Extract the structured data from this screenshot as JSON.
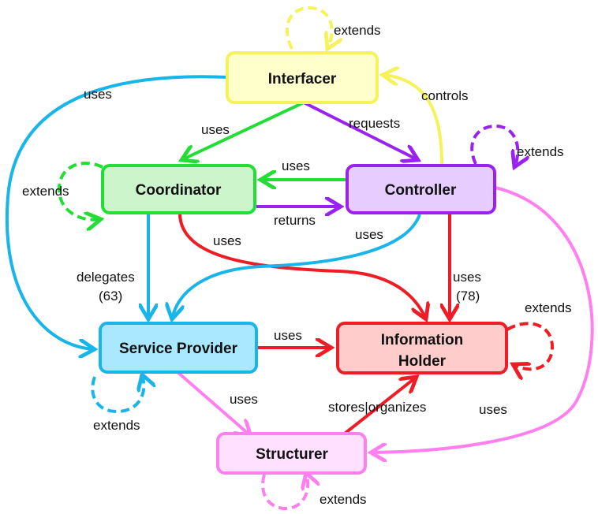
{
  "colors": {
    "interfacer": {
      "fill": "#ffffcc",
      "stroke": "#f5f25a"
    },
    "coordinator": {
      "fill": "#ccf5cc",
      "stroke": "#22dd33"
    },
    "controller": {
      "fill": "#e6ccff",
      "stroke": "#9922ee"
    },
    "service_provider": {
      "fill": "#aae8ff",
      "stroke": "#17b5ea"
    },
    "information_holder": {
      "fill": "#ffcccc",
      "stroke": "#ee1c24"
    },
    "structurer": {
      "fill": "#ffe0ff",
      "stroke": "#ff7fef"
    },
    "edge_yellow": "#f5f25a",
    "edge_green": "#22dd33",
    "edge_purple": "#9922ee",
    "edge_blue": "#17b5ea",
    "edge_red": "#ee1c24",
    "edge_pink": "#ff7fef"
  },
  "nodes": {
    "interfacer": "Interfacer",
    "coordinator": "Coordinator",
    "controller": "Controller",
    "service_provider": "Service Provider",
    "information_holder_line1": "Information",
    "information_holder_line2": "Holder",
    "structurer": "Structurer"
  },
  "labels": {
    "interfacer_extends": "extends",
    "interfacer_uses_sp": "uses",
    "interfacer_uses_coord": "uses",
    "interfacer_requests": "requests",
    "controller_controls": "controls",
    "controller_extends": "extends",
    "coordinator_extends": "extends",
    "controller_uses_coord": "uses",
    "coord_returns": "returns",
    "coord_uses_ih": "uses",
    "controller_uses_sp": "uses",
    "delegates_line1": "delegates",
    "delegates_line2": "(63)",
    "controller_uses_ih_line1": "uses",
    "controller_uses_ih_line2": "(78)",
    "ih_extends": "extends",
    "sp_uses_ih": "uses",
    "sp_uses_structurer": "uses",
    "sp_extends": "extends",
    "stores_organizes": "stores|organizes",
    "controller_uses_structurer": "uses",
    "structurer_extends": "extends"
  }
}
